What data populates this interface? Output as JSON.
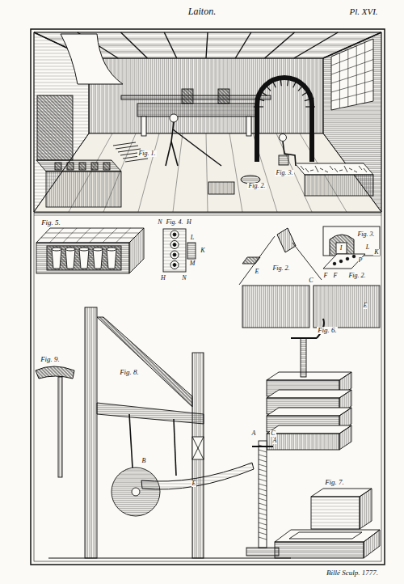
{
  "diagram": {
    "title": "Laiton.",
    "labels": [
      "Pl. XVI.",
      "Fig. 1.",
      "Fig. 3.",
      "Fig. 2.",
      "Fig. 5.",
      "N",
      "Fig. 4.",
      "H",
      "K",
      "L",
      "M",
      "H",
      "N",
      "Fig. 3.",
      "I",
      "L",
      "K",
      "E",
      "Fig. 2.",
      "F",
      "F",
      "P",
      "Fig. 2.",
      "C",
      "E",
      "Fig. 6.",
      "A",
      "Fig. 7.",
      "Fig. 8.",
      "Fig. 9.",
      "A",
      "C",
      "B",
      "E",
      "Billé Sculp. 1777."
    ]
  }
}
